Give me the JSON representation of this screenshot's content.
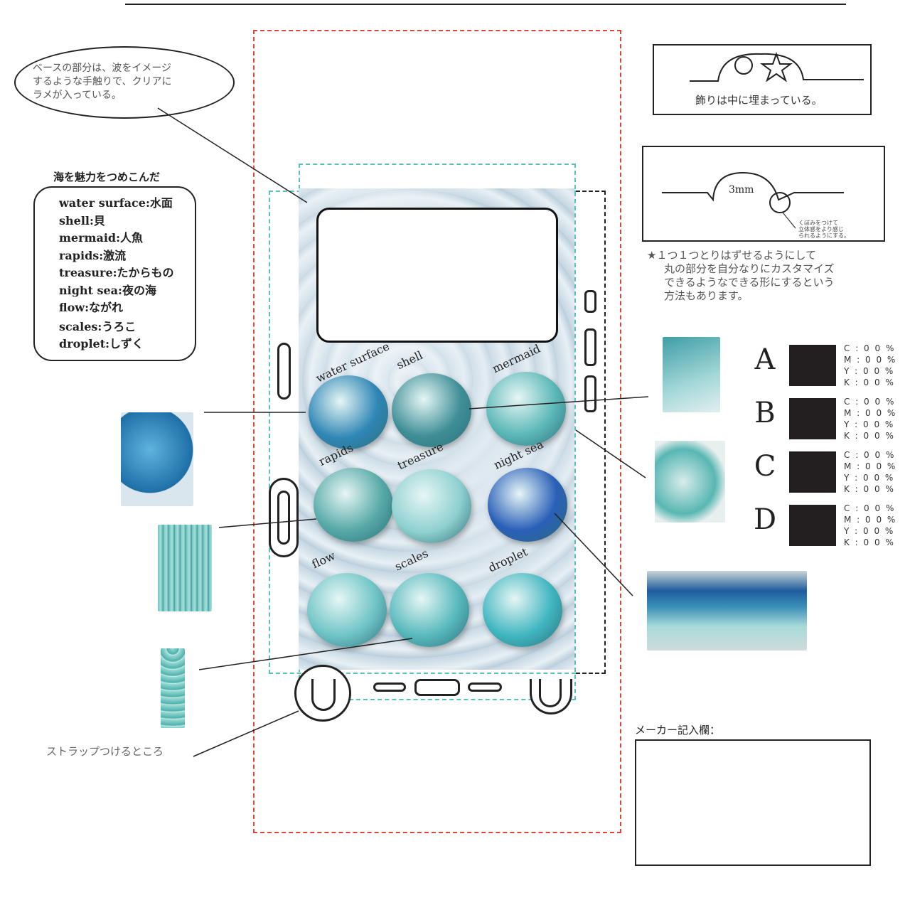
{
  "annotation_top_left": [
    "ベースの部分は、波をイメージ",
    "するような手触りで、クリアに",
    "ラメが入っている。"
  ],
  "legend": {
    "title": "海を魅力をつめこんだ",
    "items": [
      "water surface:水面",
      "shell:貝",
      "mermaid:人魚",
      "rapids:激流",
      "treasure:たからもの",
      "night sea:夜の海",
      "flow:ながれ",
      "scales:うろこ",
      "droplet:しずく"
    ]
  },
  "nails": [
    {
      "label": "water surface",
      "color": "#2f86b5"
    },
    {
      "label": "shell",
      "color": "#3f8f97"
    },
    {
      "label": "mermaid",
      "color": "#5cb8b8"
    },
    {
      "label": "rapids",
      "color": "#56a9a7"
    },
    {
      "label": "treasure",
      "color": "#8fd0d0"
    },
    {
      "label": "night sea",
      "color": "#2a5fb8"
    },
    {
      "label": "flow",
      "color": "#6fc4c6"
    },
    {
      "label": "scales",
      "color": "#58b9bd"
    },
    {
      "label": "droplet",
      "color": "#40b6c0"
    }
  ],
  "box1_caption": "飾りは中に埋まっている。",
  "box2": {
    "dimension": "3mm",
    "callout": [
      "くぼみをつけて",
      "立体感をより感じ",
      "られるようにする。"
    ]
  },
  "star_note": [
    "★１つ１つとりはずせるようにして",
    "丸の部分を自分なりにカスタマイズ",
    "できるようなできる形にするという",
    "方法もあります。"
  ],
  "colors": [
    {
      "letter": "A",
      "swatch": "#231f20",
      "cmyk": [
        "C : 0 0 %",
        "M : 0 0 %",
        "Y : 0 0 %",
        "K : 0 0 %"
      ]
    },
    {
      "letter": "B",
      "swatch": "#231f20",
      "cmyk": [
        "C : 0 0 %",
        "M : 0 0 %",
        "Y : 0 0 %",
        "K : 0 0 %"
      ]
    },
    {
      "letter": "C",
      "swatch": "#231f20",
      "cmyk": [
        "C : 0 0 %",
        "M : 0 0 %",
        "Y : 0 0 %",
        "K : 0 0 %"
      ]
    },
    {
      "letter": "D",
      "swatch": "#231f20",
      "cmyk": [
        "C : 0 0 %",
        "M : 0 0 %",
        "Y : 0 0 %",
        "K : 0 0 %"
      ]
    }
  ],
  "strap_label": "ストラップつけるところ",
  "maker_label": "メーカー記入欄："
}
